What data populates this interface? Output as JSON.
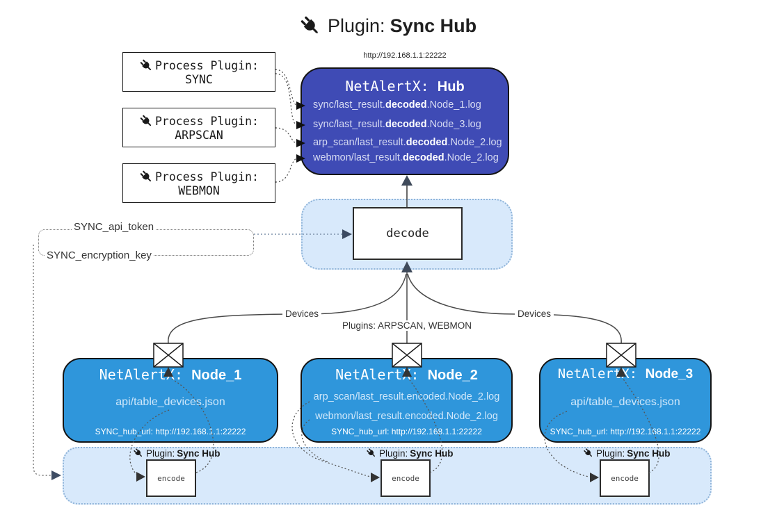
{
  "title": {
    "prefix": "Plugin:",
    "name": "Sync Hub"
  },
  "hub": {
    "url": "http://192.168.1.1:22222",
    "title_prefix": "NetAlertX:",
    "title_name": "Hub",
    "logs": [
      {
        "pre": "sync/last_result.",
        "bold": "decoded",
        "post": ".Node_1.log"
      },
      {
        "pre": "sync/last_result.",
        "bold": "decoded",
        "post": ".Node_3.log"
      },
      {
        "pre": "arp_scan/last_result.",
        "bold": "decoded",
        "post": ".Node_2.log"
      },
      {
        "pre": "webmon/last_result.",
        "bold": "decoded",
        "post": ".Node_2.log"
      }
    ]
  },
  "process_plugins": [
    {
      "label": "Process Plugin:",
      "name": "SYNC"
    },
    {
      "label": "Process Plugin:",
      "name": "ARPSCAN"
    },
    {
      "label": "Process Plugin:",
      "name": "WEBMON"
    }
  ],
  "keys": {
    "api_token": "SYNC_api_token",
    "encryption_key": "SYNC_encryption_key"
  },
  "decode": {
    "label": "decode"
  },
  "edges": {
    "devices_left": "Devices",
    "devices_right": "Devices",
    "plugins_mid": "Plugins: ARPSCAN, WEBMON"
  },
  "nodes": [
    {
      "title_prefix": "NetAlertX:",
      "title_name": "Node_1",
      "files": [
        "api/table_devices.json"
      ],
      "hub_url": "SYNC_hub_url: http://192.168.1.1:22222"
    },
    {
      "title_prefix": "NetAlertX:",
      "title_name": "Node_2",
      "files": [
        "arp_scan/last_result.encoded.Node_2.log",
        "webmon/last_result.encoded.Node_2.log"
      ],
      "hub_url": "SYNC_hub_url: http://192.168.1.1:22222"
    },
    {
      "title_prefix": "NetAlertX:",
      "title_name": "Node_3",
      "files": [
        "api/table_devices.json"
      ],
      "hub_url": "SYNC_hub_url: http://192.168.1.1:22222"
    }
  ],
  "encode": {
    "plugin_prefix": "Plugin:",
    "plugin_name": "Sync Hub",
    "box_label": "encode"
  },
  "colors": {
    "hub_fill": "#3F4BB5",
    "node_fill": "#2F96DB",
    "container_fill": "#D8E9FB",
    "container_border": "#8FB4D9"
  }
}
